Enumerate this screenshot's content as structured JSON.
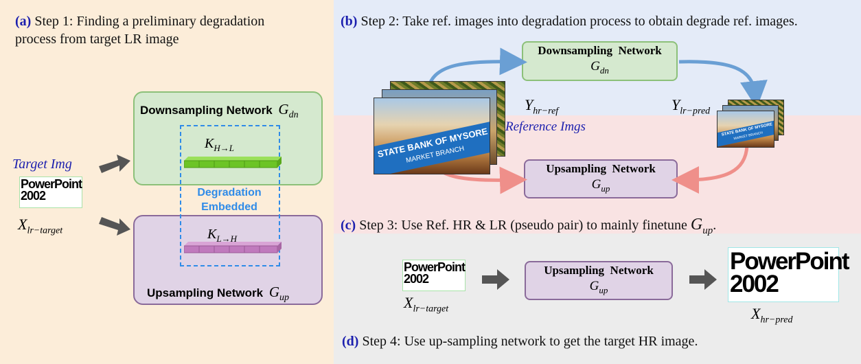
{
  "panel_a": {
    "step_label": "(a)",
    "step_text_1": "Step 1: Finding a preliminary degradation",
    "step_text_2": "process from target LR image",
    "down_net": "Downsampling  Network",
    "down_sym": "G",
    "down_sub": "dn",
    "up_net": "Upsampling  Network",
    "up_sym": "G",
    "up_sub": "up",
    "target_label": "Target Img",
    "x_sym": "X",
    "x_sub": "lr−target",
    "k_hl_sym": "K",
    "k_hl_sub": "H→L",
    "k_lh_sym": "K",
    "k_lh_sub": "L→H",
    "degradation_1": "Degradation",
    "degradation_2": "Embedded",
    "pp_line1": "PowerPoint",
    "pp_line2": "2002"
  },
  "panel_b": {
    "step_label": "(b)",
    "step_text": "Step 2: Take ref. images into degradation process to obtain degrade ref. images.",
    "down_net": "Downsampling  Network",
    "down_sym": "G",
    "down_sub": "dn",
    "up_net": "Upsampling  Network",
    "up_sym": "G",
    "up_sub": "up",
    "y_hr_sym": "Y",
    "y_hr_sub": "hr−ref",
    "y_lr_sym": "Y",
    "y_lr_sub": "lr−pred",
    "ref_label": "Reference Imgs",
    "sign_line1": "STATE BANK OF MYSORE",
    "sign_line2": "MARKET BRANCH"
  },
  "panel_c": {
    "step_label": "(c)",
    "step_text": "Step 3: Use Ref. HR & LR (pseudo pair) to mainly finetune",
    "g_sym": "G",
    "g_sub": "up"
  },
  "panel_d": {
    "step_label": "(d)",
    "step_text": "Step 4: Use up-sampling network to get the target HR image.",
    "up_net": "Upsampling  Network",
    "up_sym": "G",
    "up_sub": "up",
    "x_lr_sym": "X",
    "x_lr_sub": "lr−target",
    "x_hr_sym": "X",
    "x_hr_sub": "hr−pred"
  },
  "colors": {
    "panel_a_bg": "#fcedd9",
    "panel_b_top_bg": "#e4ebf8",
    "panel_b_bottom_bg": "#f9e3e3",
    "panel_d_bg": "#ececec",
    "step_label": "#1b1fae",
    "degradation_blue": "#2f8be8",
    "arrow_blue": "#6a9fd4",
    "arrow_red": "#ef8f8a",
    "arrow_grey": "#555555"
  }
}
